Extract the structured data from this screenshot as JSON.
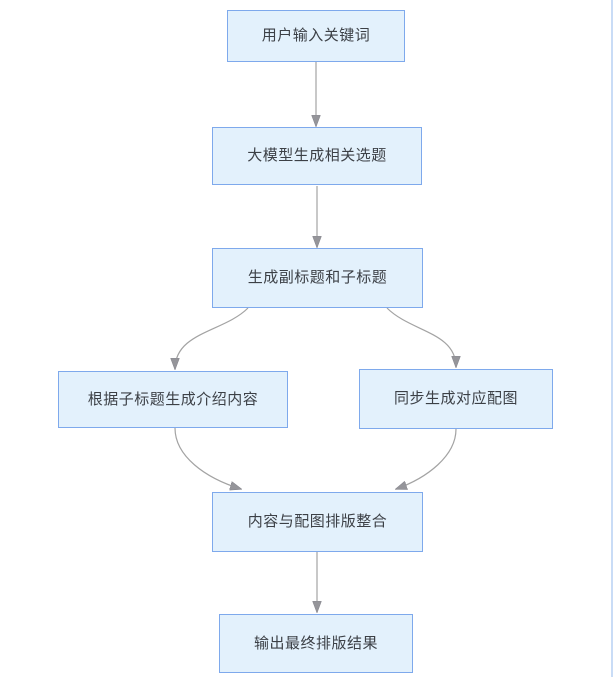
{
  "diagram": {
    "type": "flowchart",
    "nodes": [
      {
        "id": "user-input",
        "label": "用户输入关键词"
      },
      {
        "id": "generate-topics",
        "label": "大模型生成相关选题"
      },
      {
        "id": "generate-subtitles",
        "label": "生成副标题和子标题"
      },
      {
        "id": "generate-content",
        "label": "根据子标题生成介绍内容"
      },
      {
        "id": "generate-images",
        "label": "同步生成对应配图"
      },
      {
        "id": "merge-layout",
        "label": "内容与配图排版整合"
      },
      {
        "id": "output-result",
        "label": "输出最终排版结果"
      }
    ],
    "edges": [
      {
        "from": "user-input",
        "to": "generate-topics"
      },
      {
        "from": "generate-topics",
        "to": "generate-subtitles"
      },
      {
        "from": "generate-subtitles",
        "to": "generate-content"
      },
      {
        "from": "generate-subtitles",
        "to": "generate-images"
      },
      {
        "from": "generate-content",
        "to": "merge-layout"
      },
      {
        "from": "generate-images",
        "to": "merge-layout"
      },
      {
        "from": "merge-layout",
        "to": "output-result"
      }
    ],
    "colors": {
      "node_fill": "#e3f1fc",
      "node_border": "#7ea9ec",
      "node_text": "#3c4046",
      "connector": "#a3a3a3",
      "arrowhead": "#95959a",
      "right_edge_line": "#c9dcf6"
    }
  }
}
